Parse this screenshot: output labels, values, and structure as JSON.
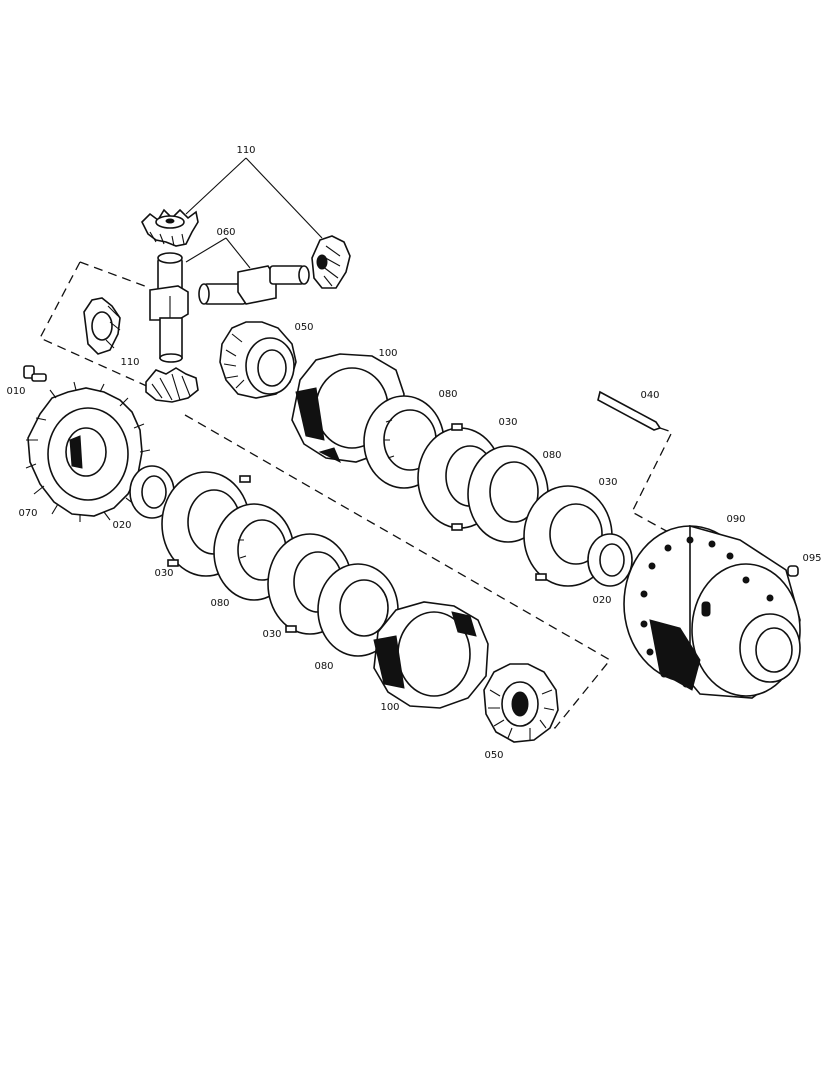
{
  "labels": {
    "l110a": "110",
    "l060": "060",
    "l050a": "050",
    "l100a": "100",
    "l110b": "110",
    "l010": "010",
    "l080a": "080",
    "l030a": "030",
    "l040": "040",
    "l080b": "080",
    "l030b": "030",
    "l070": "070",
    "l020a": "020",
    "l090": "090",
    "l095": "095",
    "l030c": "030",
    "l080c": "080",
    "l020b": "020",
    "l030d": "030",
    "l080d": "080",
    "l100b": "100",
    "l050b": "050"
  }
}
